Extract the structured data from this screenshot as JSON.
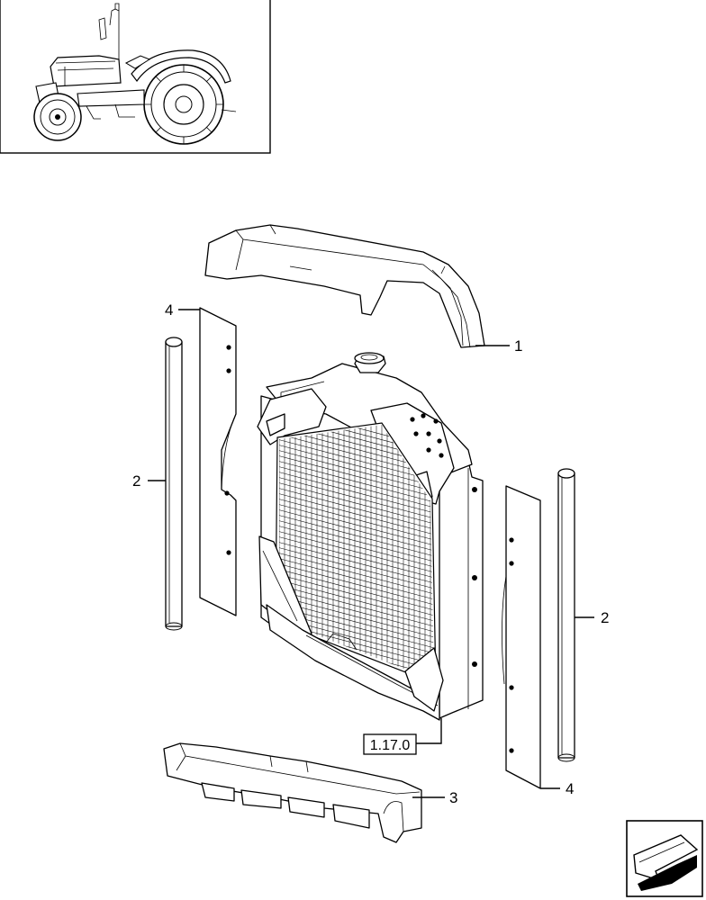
{
  "thumbnail": {
    "icon": "tractor-icon"
  },
  "callouts": [
    {
      "id": "c1",
      "label": "1",
      "part": "upper-radiator-cowl"
    },
    {
      "id": "c2a",
      "label": "2",
      "part": "left-seal-strip"
    },
    {
      "id": "c2b",
      "label": "2",
      "part": "right-seal-strip"
    },
    {
      "id": "c3",
      "label": "3",
      "part": "lower-radiator-cowl"
    },
    {
      "id": "c4a",
      "label": "4",
      "part": "left-side-baffle"
    },
    {
      "id": "c4b",
      "label": "4",
      "part": "right-side-baffle"
    }
  ],
  "reference": {
    "label": "1.17.0"
  },
  "navigation": {
    "icon": "next-page-arrow-icon"
  }
}
